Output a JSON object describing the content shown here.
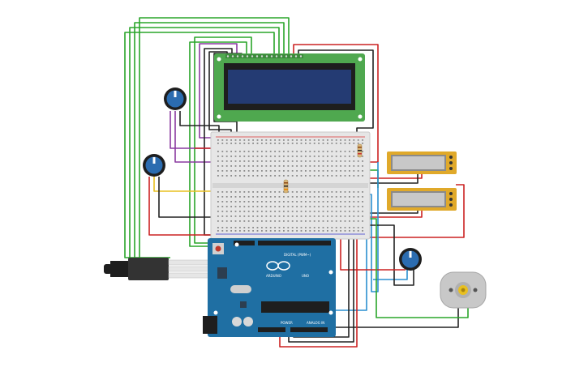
{
  "board": {
    "brand": "ARDUINO",
    "model": "UNO",
    "digital_label": "DIGITAL (PWM~)",
    "power_label": "POWER",
    "analog_label": "ANALOG IN"
  },
  "colors": {
    "background": "#ffffff",
    "arduino": "#1f6fa3",
    "lcd_pcb": "#4fa84f",
    "lcd_screen": "#243b73",
    "breadboard": "#e6e6e6",
    "module": "#e0a92a",
    "pot_knob": "#2b6cb0",
    "motor": "#c8c8c8",
    "wire_red": "#cc2222",
    "wire_black": "#222222",
    "wire_green": "#2aa52a",
    "wire_blue": "#2a8fd0",
    "wire_purple": "#8a3aa0",
    "wire_yellow": "#e8c020",
    "wire_white": "#f2f2f2"
  },
  "components": [
    {
      "name": "lcd-16x2",
      "icon": "lcd-display-icon"
    },
    {
      "name": "breadboard",
      "icon": "breadboard-icon"
    },
    {
      "name": "arduino-uno",
      "icon": "microcontroller-icon"
    },
    {
      "name": "potentiometer-1",
      "icon": "potentiometer-icon"
    },
    {
      "name": "potentiometer-2",
      "icon": "potentiometer-icon"
    },
    {
      "name": "potentiometer-3",
      "icon": "potentiometer-icon"
    },
    {
      "name": "sensor-module-1",
      "icon": "sensor-module-icon"
    },
    {
      "name": "sensor-module-2",
      "icon": "sensor-module-icon"
    },
    {
      "name": "dc-motor",
      "icon": "motor-icon"
    },
    {
      "name": "resistor-1",
      "icon": "resistor-icon"
    },
    {
      "name": "resistor-2",
      "icon": "resistor-icon"
    },
    {
      "name": "audio-jack",
      "icon": "audio-jack-icon"
    }
  ]
}
